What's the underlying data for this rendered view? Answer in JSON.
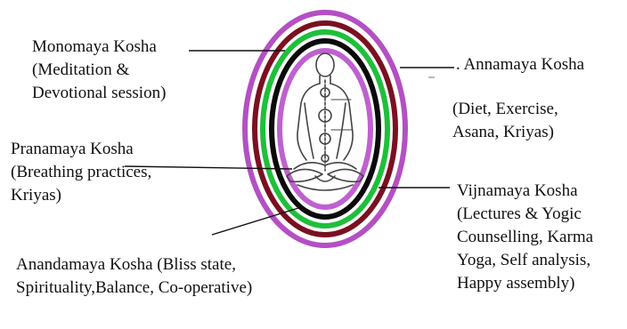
{
  "koshas": {
    "manomaya": {
      "name": "Monomaya Kosha",
      "desc_lines": [
        "(Meditation &",
        "Devotional session)"
      ]
    },
    "annamaya": {
      "name": ". Annamaya Kosha",
      "desc_lines": [
        "(Diet, Exercise,",
        "Asana, Kriyas)"
      ]
    },
    "pranamaya": {
      "name": "Pranamaya Kosha",
      "desc_lines": [
        "(Breathing practices,",
        "Kriyas)"
      ]
    },
    "vijnamaya": {
      "name": "Vijnamaya Kosha",
      "desc_lines": [
        "(Lectures & Yogic",
        "Counselling, Karma",
        "Yoga, Self analysis,",
        "Happy assembly)"
      ]
    },
    "anandamaya": {
      "name": "Anandamaya Kosha (Bliss state,",
      "desc_lines": [
        "Spirituality,Balance, Co-operative)"
      ]
    }
  },
  "colors": {
    "annamaya_ring": "#b44fc4",
    "manomaya_ring": "#7a1020",
    "pranamaya_ring": "#1fbf3a",
    "vijnamaya_ring": "#0a0a0a",
    "anandamaya_ring": "#c060d0",
    "figure": "#444444"
  }
}
